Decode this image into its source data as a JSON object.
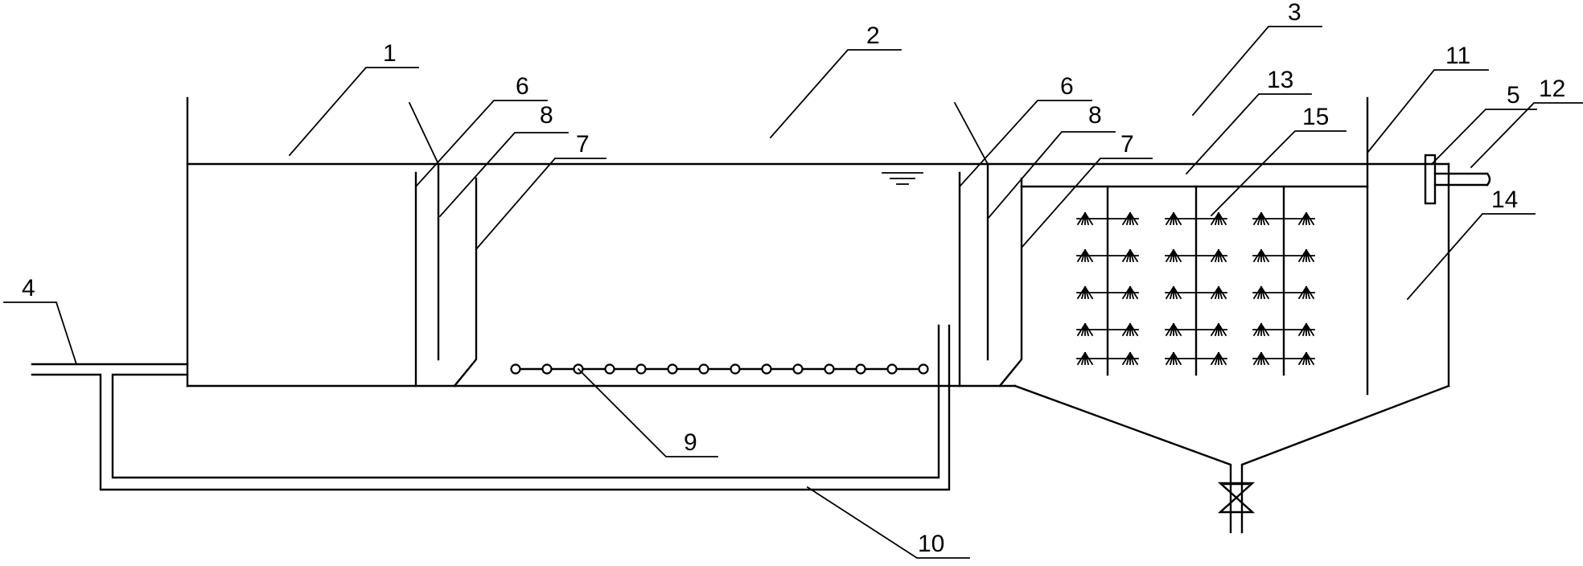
{
  "labels": {
    "l1": "1",
    "l2": "2",
    "l3": "3",
    "l4": "4",
    "l5": "5",
    "l6a": "6",
    "l6b": "6",
    "l7a": "7",
    "l7b": "7",
    "l8a": "8",
    "l8b": "8",
    "l9": "9",
    "l10": "10",
    "l11": "11",
    "l12": "12",
    "l13": "13",
    "l14": "14",
    "l15": "15"
  }
}
